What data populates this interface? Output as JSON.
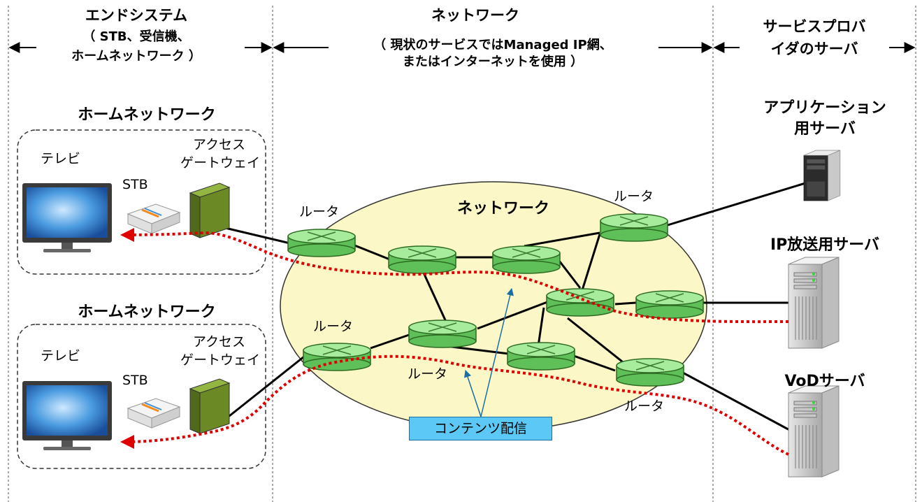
{
  "sections": {
    "end_system": {
      "title": "エンドシステム",
      "sub1": "（ STB、受信機、",
      "sub2": "ホームネットワーク ）"
    },
    "network": {
      "title": "ネットワーク",
      "sub1": "（ 現状のサービスではManaged IP網、",
      "sub2": "またはインターネットを使用 ）"
    },
    "provider": {
      "title1": "サービスプロバ",
      "title2": "イダのサーバ"
    }
  },
  "home_networks": [
    {
      "title": "ホームネットワーク",
      "tv": "テレビ",
      "stb": "STB",
      "gateway1": "アクセス",
      "gateway2": "ゲートウェイ"
    },
    {
      "title": "ホームネットワーク",
      "tv": "テレビ",
      "stb": "STB",
      "gateway1": "アクセス",
      "gateway2": "ゲートウェイ"
    }
  ],
  "cloud_label": "ネットワーク",
  "router_labels": [
    "ルータ",
    "ルータ",
    "ルータ",
    "ルータ",
    "ルータ"
  ],
  "servers": {
    "app1": "アプリケーション",
    "app2": "用サーバ",
    "ip_broadcast": "IP放送用サーバ",
    "vod": "VoDサーバ"
  },
  "callout": "コンテンツ配信",
  "colors": {
    "cloud_fill": "#fbf7c6",
    "router_fill": "#8fe08a",
    "router_stroke": "#3c7a2e",
    "gateway_fill": "#7a9a2e",
    "stream": "#e00000",
    "callout_fill": "#5bc8f5",
    "arrow": "#1a6ea8"
  }
}
